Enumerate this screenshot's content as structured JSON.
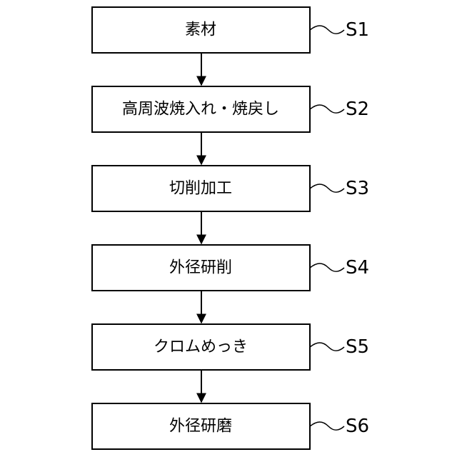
{
  "steps": [
    {
      "label": "素材",
      "code": "S1"
    },
    {
      "label": "高周波焼入れ・焼戻し",
      "code": "S2"
    },
    {
      "label": "切削加工",
      "code": "S3"
    },
    {
      "label": "外径研削",
      "code": "S4"
    },
    {
      "label": "クロムめっき",
      "code": "S5"
    },
    {
      "label": "外径研磨",
      "code": "S6"
    }
  ]
}
